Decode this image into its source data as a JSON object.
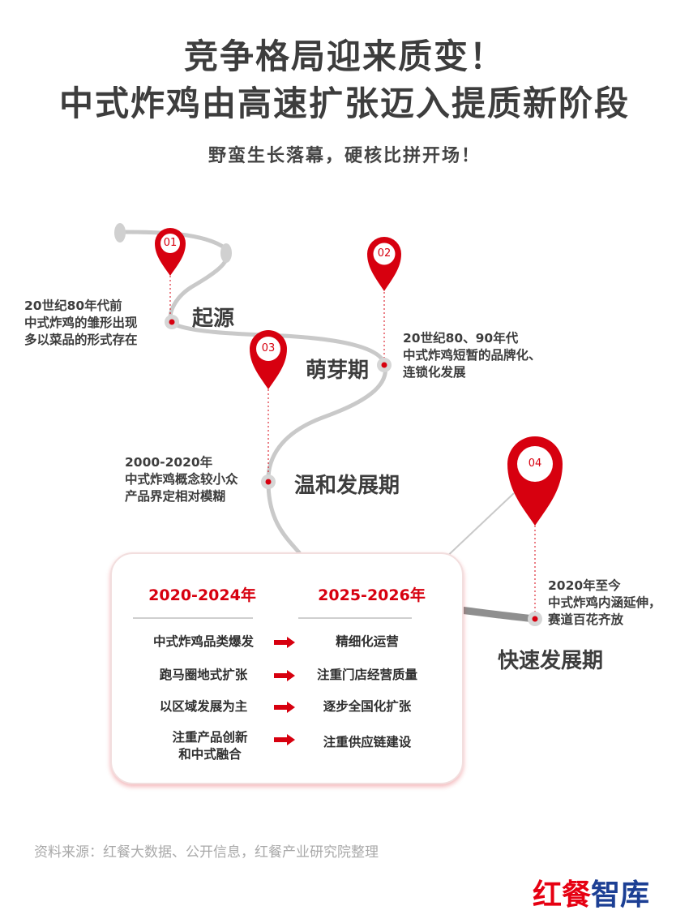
{
  "header": {
    "title_line1": "竞争格局迎来质变！",
    "title_line2": "中式炸鸡由高速扩张迈入提质新阶段",
    "subtitle": "野蛮生长落幕，硬核比拼开场！"
  },
  "colors": {
    "accent": "#d7000f",
    "road": "#c7c7c7",
    "text": "#3d3d3d",
    "logo_red": "#e60012",
    "logo_blue": "#1c3f94"
  },
  "stages": [
    {
      "pin": "01",
      "name": "起源",
      "note": [
        "20世纪80年代前",
        "中式炸鸡的雏形出现",
        "多以菜品的形式存在"
      ]
    },
    {
      "pin": "02",
      "name": "萌芽期",
      "note": [
        "20世纪80、90年代",
        "中式炸鸡短暂的品牌化、",
        "连锁化发展"
      ]
    },
    {
      "pin": "03",
      "name": "温和发展期",
      "note": [
        "2000-2020年",
        "中式炸鸡概念较小众",
        "产品界定相对模糊"
      ]
    },
    {
      "pin": "04",
      "name": "快速发展期",
      "note": [
        "2020年至今",
        "中式炸鸡内涵延伸，",
        "赛道百花齐放"
      ]
    }
  ],
  "comparison": {
    "left_header": "2020-2024年",
    "right_header": "2025-2026年",
    "rows": [
      {
        "from": [
          "中式炸鸡品类爆发"
        ],
        "to": "精细化运营"
      },
      {
        "from": [
          "跑马圈地式扩张"
        ],
        "to": "注重门店经营质量"
      },
      {
        "from": [
          "以区域发展为主"
        ],
        "to": "逐步全国化扩张"
      },
      {
        "from": [
          "注重产品创新",
          "和中式融合"
        ],
        "to": "注重供应链建设"
      }
    ]
  },
  "footer": {
    "source": "资料来源：红餐大数据、公开信息，红餐产业研究院整理",
    "logo_part1": "红餐",
    "logo_part2": "智库"
  }
}
